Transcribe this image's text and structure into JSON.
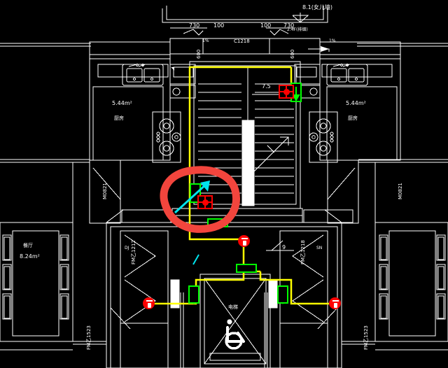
{
  "drawing": {
    "type": "cad-floor-plan",
    "background_color": "#000000",
    "line_color": "#ffffff",
    "annotation_colors": {
      "circuit_yellow": "#ffff00",
      "device_green": "#00ff00",
      "device_red": "#ff0000",
      "markup_red": "#f2453d",
      "markup_cyan": "#00e5ee"
    }
  },
  "dimensions": {
    "top_left_730": "730",
    "top_left_100": "100",
    "top_right_100": "100",
    "top_right_730": "730",
    "slope_left": "1%",
    "slope_right": "1%",
    "beam_label": "C1218",
    "riser_left": "600",
    "riser_right": "600",
    "parapet_level": "8.1(女儿墙)",
    "roof_level": "2.4F(排烟)"
  },
  "rooms": {
    "kitchen_left": {
      "area": "5.44m²",
      "name": "厨房"
    },
    "kitchen_right": {
      "area": "5.44m²",
      "name": "厨房"
    },
    "dining_left": {
      "name": "餐厅",
      "area": "8.24m²"
    }
  },
  "labels": {
    "elevation_7_5": "7.5",
    "callout_9": "9",
    "elevator": "电梯",
    "dj_room": "DJ",
    "sn_room": "SN"
  },
  "doors": [
    {
      "id": "door-left-upper",
      "tag": "M0821"
    },
    {
      "id": "door-right-upper",
      "tag": "M0821"
    },
    {
      "id": "door-left-mid",
      "tag": "FM乙1212"
    },
    {
      "id": "door-right-mid",
      "tag": "FM乙1218"
    },
    {
      "id": "door-left-lower",
      "tag": "FM乙1523"
    },
    {
      "id": "door-right-lower",
      "tag": "FM乙1523"
    }
  ],
  "devices": {
    "detector_upper": {
      "type": "smoke-detector",
      "color": "#ff0000"
    },
    "detector_circled": {
      "type": "smoke-detector",
      "color": "#ff0000"
    },
    "exit_sign_upper": {
      "type": "exit-sign",
      "color": "#00ff00"
    },
    "exit_sign_circled": {
      "type": "exit-sign",
      "color": "#00ff00"
    },
    "exit_sign_left": {
      "type": "exit-sign",
      "color": "#00ff00"
    },
    "exit_sign_right": {
      "type": "exit-sign",
      "color": "#00ff00"
    },
    "junction_box_a": {
      "type": "junction-box",
      "color": "#00ff00"
    },
    "junction_box_b": {
      "type": "junction-box",
      "color": "#00ff00"
    },
    "alarm_center": {
      "type": "manual-call-point",
      "color": "#ff0000"
    },
    "alarm_left": {
      "type": "manual-call-point",
      "color": "#ff0000"
    },
    "alarm_right": {
      "type": "manual-call-point",
      "color": "#ff0000"
    }
  },
  "markup": {
    "circle_highlight": {
      "shape": "hand-drawn-ellipse",
      "color": "#f2453d"
    },
    "pointer_arrow": {
      "shape": "arrow",
      "color": "#00e5ee",
      "direction": "up-right"
    },
    "tick_mark": {
      "shape": "short-stroke",
      "color": "#00e5ee"
    }
  }
}
